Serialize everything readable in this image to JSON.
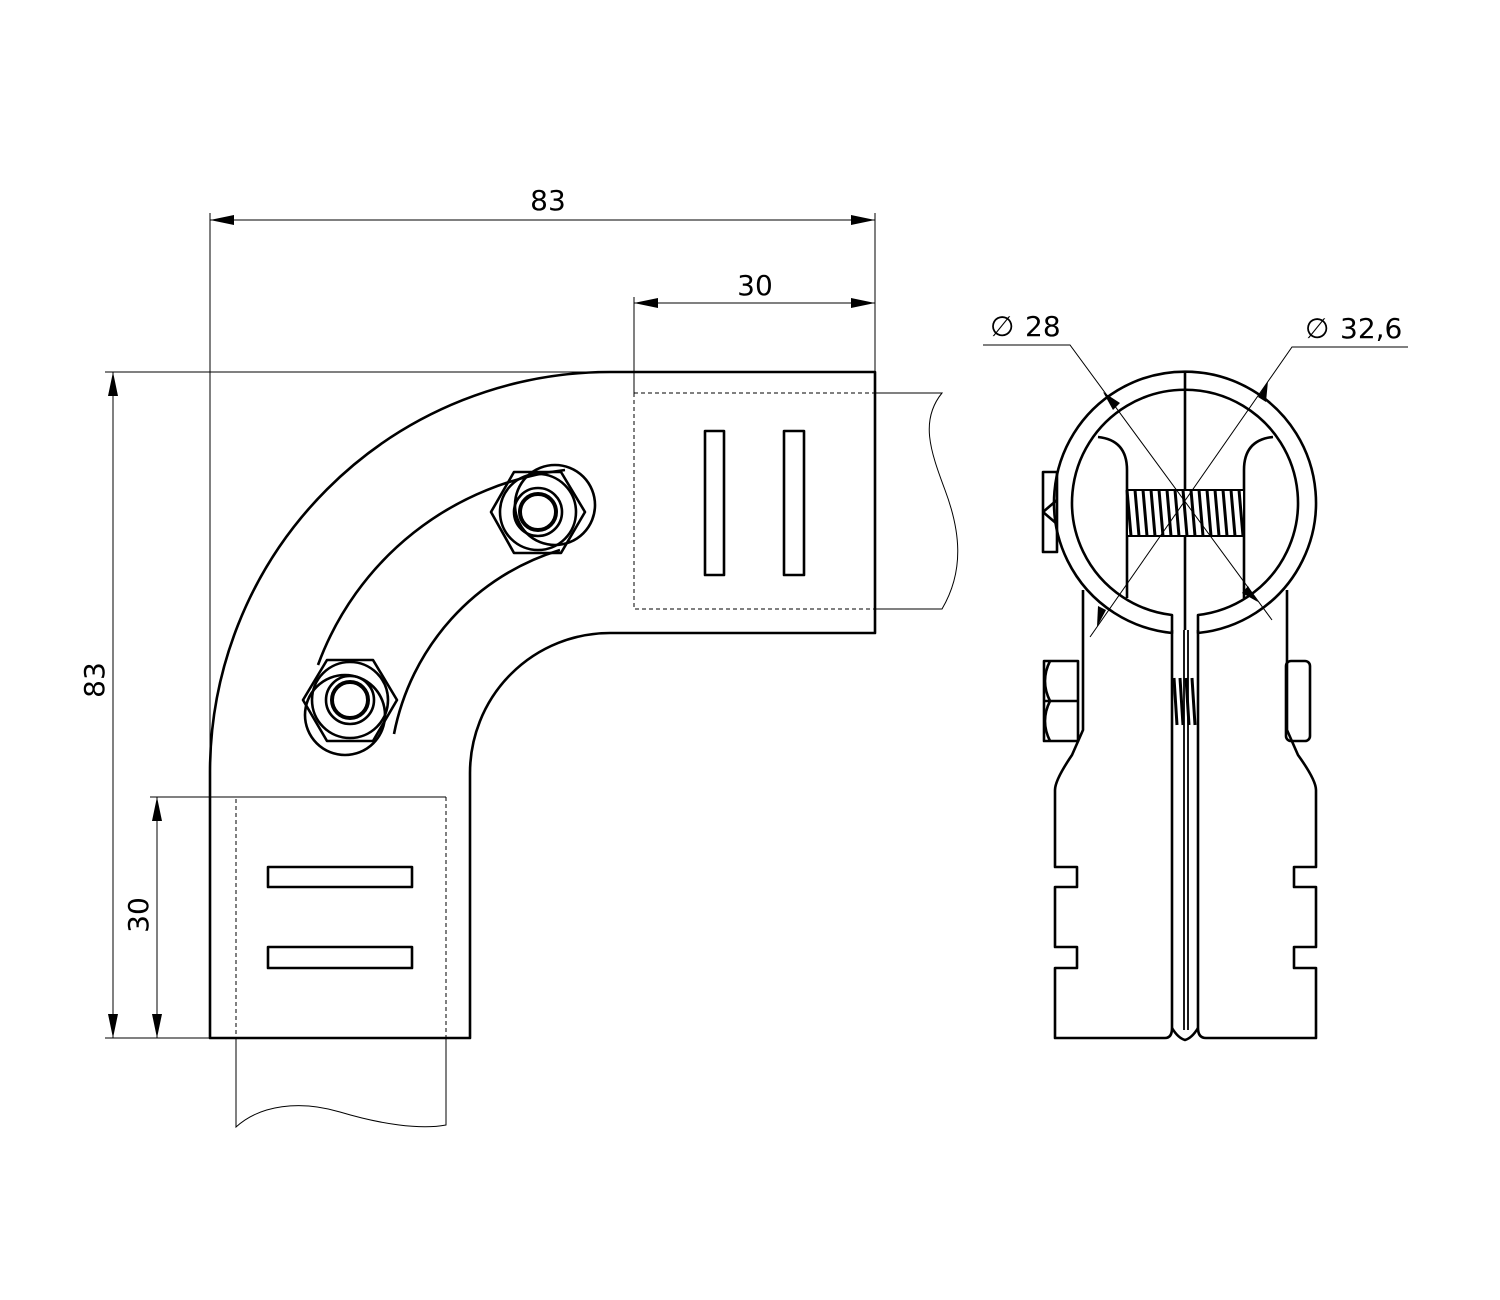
{
  "drawing": {
    "dimensions": {
      "overall_width": "83",
      "socket_length_horizontal": "30",
      "overall_height": "83",
      "socket_length_vertical": "30",
      "inner_diameter": "28",
      "outer_diameter": "32,6",
      "diameter_symbol": "∅"
    },
    "line_color": "#000000",
    "background_color": "#ffffff"
  }
}
